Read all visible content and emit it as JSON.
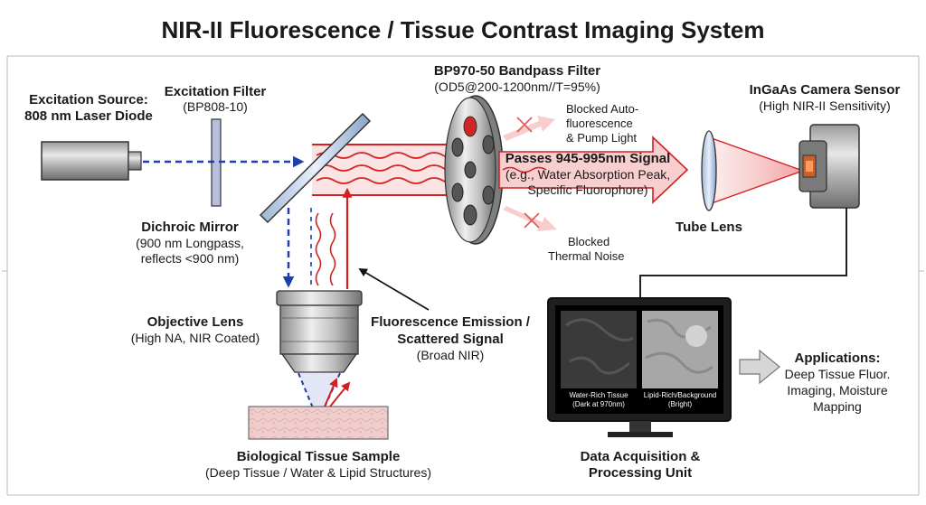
{
  "title": "NIR-II Fluorescence / Tissue Contrast Imaging System",
  "excitation_source": {
    "line1": "Excitation Source:",
    "line2": "808 nm Laser Diode"
  },
  "excitation_filter": {
    "name": "Excitation Filter",
    "spec": "(BP808-10)"
  },
  "dichroic_mirror": {
    "name": "Dichroic Mirror",
    "spec1": "(900 nm Longpass,",
    "spec2": "reflects <900 nm)"
  },
  "bandpass_filter": {
    "name": "BP970-50 Bandpass Filter",
    "spec": "(OD5@200-1200nm//T=95%)"
  },
  "blocked_auto": {
    "line1": "Blocked Auto-",
    "line2": "fluorescence",
    "line3": "& Pump Light"
  },
  "passes_signal": {
    "line1": "Passes 945-995nm Signal",
    "line2": "(e.g., Water Absorption Peak,",
    "line3": "Specific Fluorophore)"
  },
  "blocked_thermal": {
    "line1": "Blocked",
    "line2": "Thermal Noise"
  },
  "tube_lens": {
    "name": "Tube Lens"
  },
  "camera": {
    "name": "InGaAs Camera Sensor",
    "spec": "(High NIR-II Sensitivity)"
  },
  "objective": {
    "name": "Objective Lens",
    "spec": "(High NA, NIR Coated)"
  },
  "emission": {
    "line1": "Fluorescence Emission /",
    "line2": "Scattered Signal",
    "line3": "(Broad NIR)"
  },
  "sample": {
    "name": "Biological Tissue Sample",
    "spec": "(Deep Tissue / Water & Lipid Structures)"
  },
  "monitor": {
    "left_caption1": "Water-Rich Tissue",
    "left_caption2": "(Dark at 970nm)",
    "right_caption1": "Lipid-Rich/Background",
    "right_caption2": "(Bright)"
  },
  "daq": {
    "line1": "Data Acquisition &",
    "line2": "Processing Unit"
  },
  "applications": {
    "name": "Applications:",
    "line1": "Deep Tissue Fluor.",
    "line2": "Imaging, Moisture",
    "line3": "Mapping"
  },
  "colors": {
    "beam_red": "#d42020",
    "beam_blue": "#1f3fa8",
    "signal_fill": "#f6c0c0"
  }
}
